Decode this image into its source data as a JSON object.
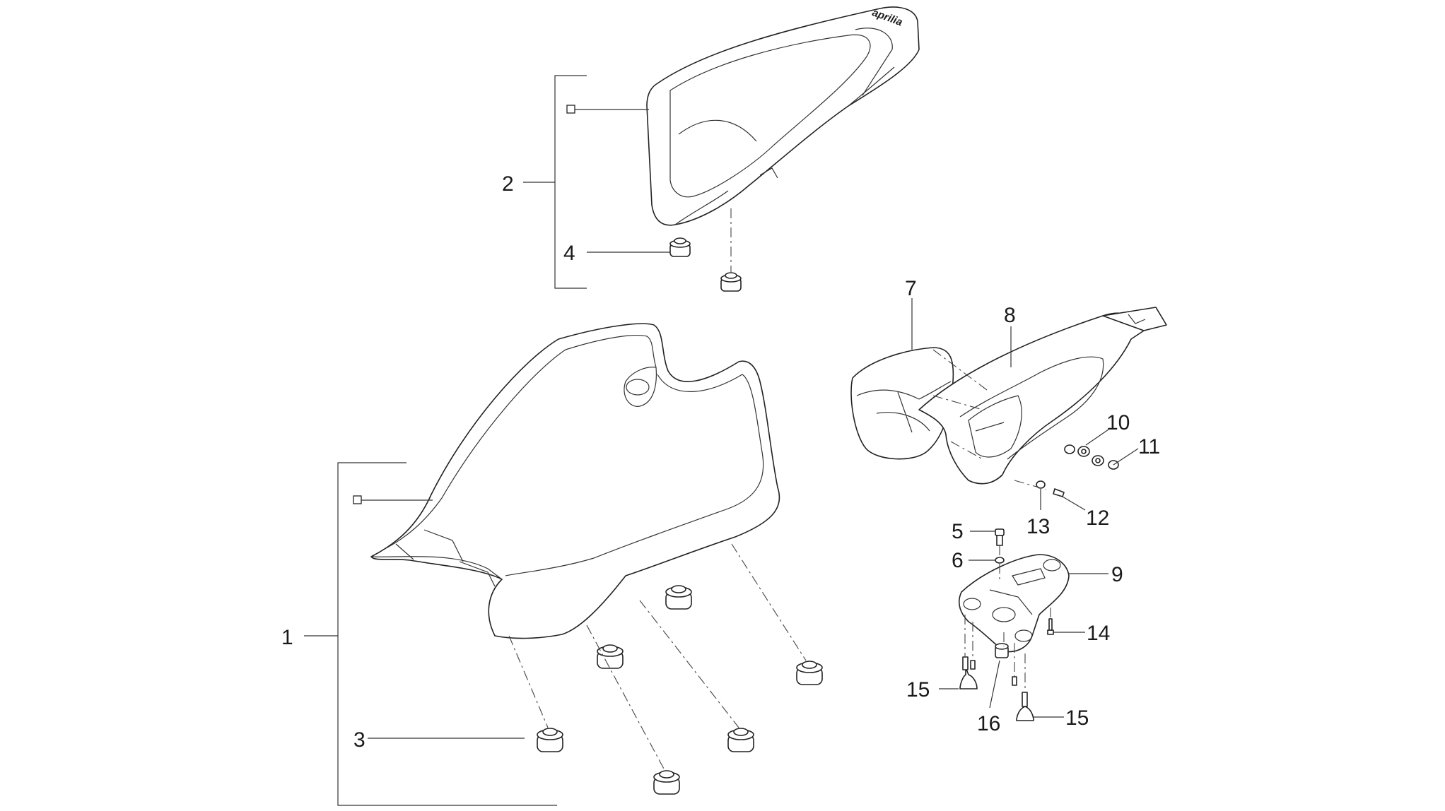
{
  "diagram": {
    "callouts": [
      {
        "id": "c1",
        "label": "1"
      },
      {
        "id": "c2",
        "label": "2"
      },
      {
        "id": "c3",
        "label": "3"
      },
      {
        "id": "c4",
        "label": "4"
      },
      {
        "id": "c5",
        "label": "5"
      },
      {
        "id": "c6",
        "label": "6"
      },
      {
        "id": "c7",
        "label": "7"
      },
      {
        "id": "c8",
        "label": "8"
      },
      {
        "id": "c9",
        "label": "9"
      },
      {
        "id": "c10",
        "label": "10"
      },
      {
        "id": "c11",
        "label": "11"
      },
      {
        "id": "c12",
        "label": "12"
      },
      {
        "id": "c13",
        "label": "13"
      },
      {
        "id": "c14",
        "label": "14"
      },
      {
        "id": "c15a",
        "label": "15"
      },
      {
        "id": "c15b",
        "label": "15"
      },
      {
        "id": "c16",
        "label": "16"
      }
    ],
    "logo_text": "aprilia"
  }
}
